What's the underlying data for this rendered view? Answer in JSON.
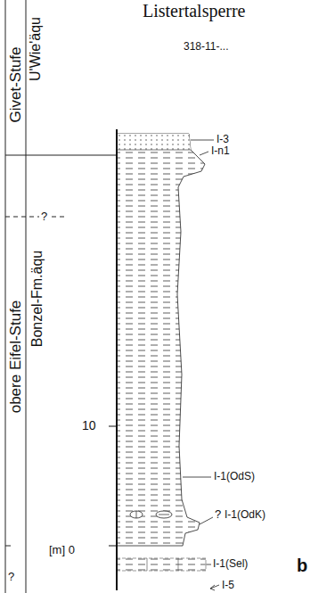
{
  "diagram": {
    "labels": [
      "Listertalsperre",
      "Givet-Stufe",
      "U'Wie'äqu",
      "?",
      "obere Eifel-Stufe",
      "Bonzel-Fm.äqu",
      "318-11-...",
      "I-3",
      "I-n1",
      "10",
      "[m] 0",
      "?",
      "I-1(OdS)",
      "?",
      "I-1(OdK)",
      "I-1(Sel)",
      "I-5",
      "b"
    ]
  }
}
